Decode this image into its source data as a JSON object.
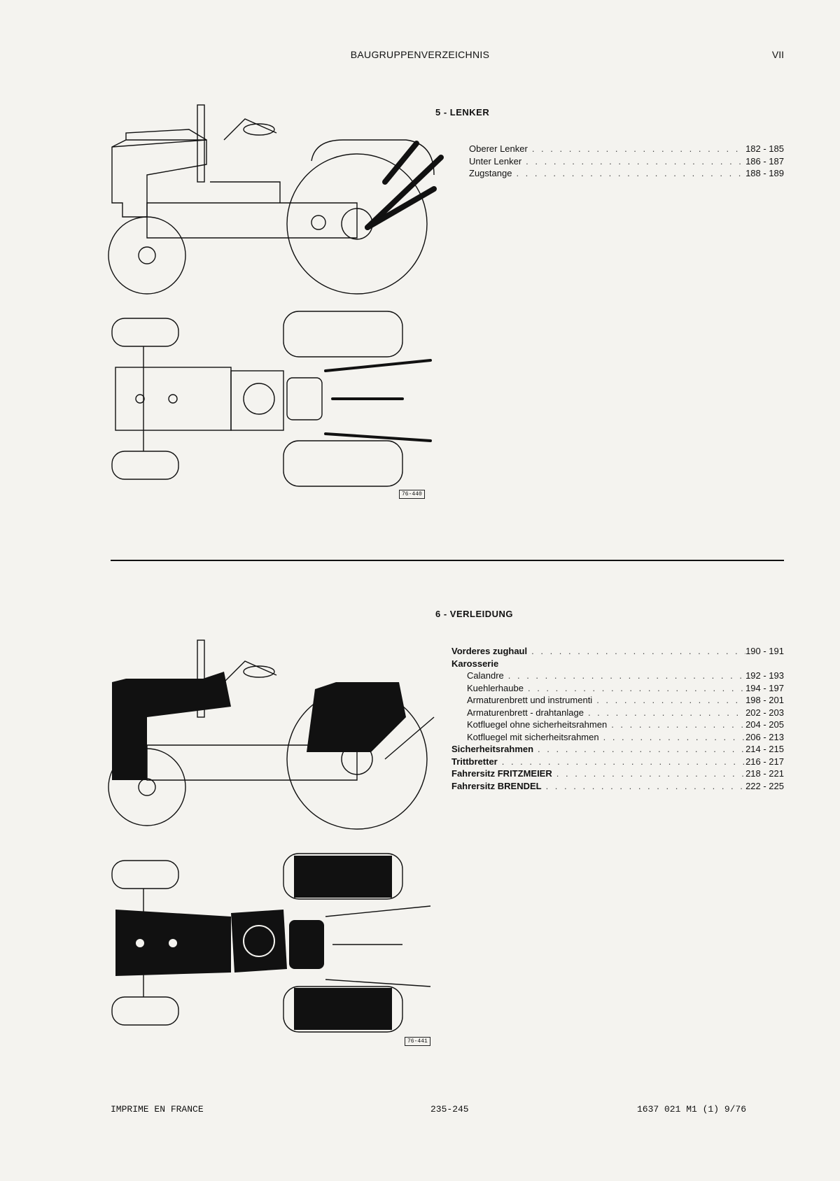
{
  "header": {
    "title": "BAUGRUPPENVERZEICHNIS",
    "page_number": "VII"
  },
  "section5": {
    "heading": "5 - LENKER",
    "figure_ref": "76-440",
    "entries": [
      {
        "label": "Oberer Lenker",
        "pages": "182 - 185",
        "style": "normal"
      },
      {
        "label": "Unter Lenker",
        "pages": "186 - 187",
        "style": "normal"
      },
      {
        "label": "Zugstange",
        "pages": "188 - 189",
        "style": "normal"
      }
    ]
  },
  "section6": {
    "heading": "6 - VERLEIDUNG",
    "figure_ref": "76-441",
    "entries": [
      {
        "label": "Vorderes zughaul",
        "pages": "190 - 191",
        "style": "bold"
      },
      {
        "label": "Karosserie",
        "pages": "",
        "style": "bold-nodots"
      },
      {
        "label": "Calandre",
        "pages": "192 - 193",
        "style": "indent"
      },
      {
        "label": "Kuehlerhaube",
        "pages": "194 - 197",
        "style": "indent"
      },
      {
        "label": "Armaturenbrett und instrumenti",
        "pages": "198 - 201",
        "style": "indent"
      },
      {
        "label": "Armaturenbrett - drahtanlage",
        "pages": "202 - 203",
        "style": "indent"
      },
      {
        "label": "Kotfluegel ohne sicherheitsrahmen",
        "pages": "204 - 205",
        "style": "indent"
      },
      {
        "label": "Kotfluegel mit sicherheitsrahmen",
        "pages": "206 - 213",
        "style": "indent"
      },
      {
        "label": "Sicherheitsrahmen",
        "pages": "214 - 215",
        "style": "bold"
      },
      {
        "label": "Trittbretter",
        "pages": "216 - 217",
        "style": "bold"
      },
      {
        "label": "Fahrersitz FRITZMEIER",
        "pages": "218 - 221",
        "style": "bold"
      },
      {
        "label": "Fahrersitz BRENDEL",
        "pages": "222 - 225",
        "style": "bold"
      }
    ]
  },
  "footer": {
    "left": "IMPRIME EN FRANCE",
    "center": "235-245",
    "right": "1637 021 M1 (1) 9/76"
  }
}
